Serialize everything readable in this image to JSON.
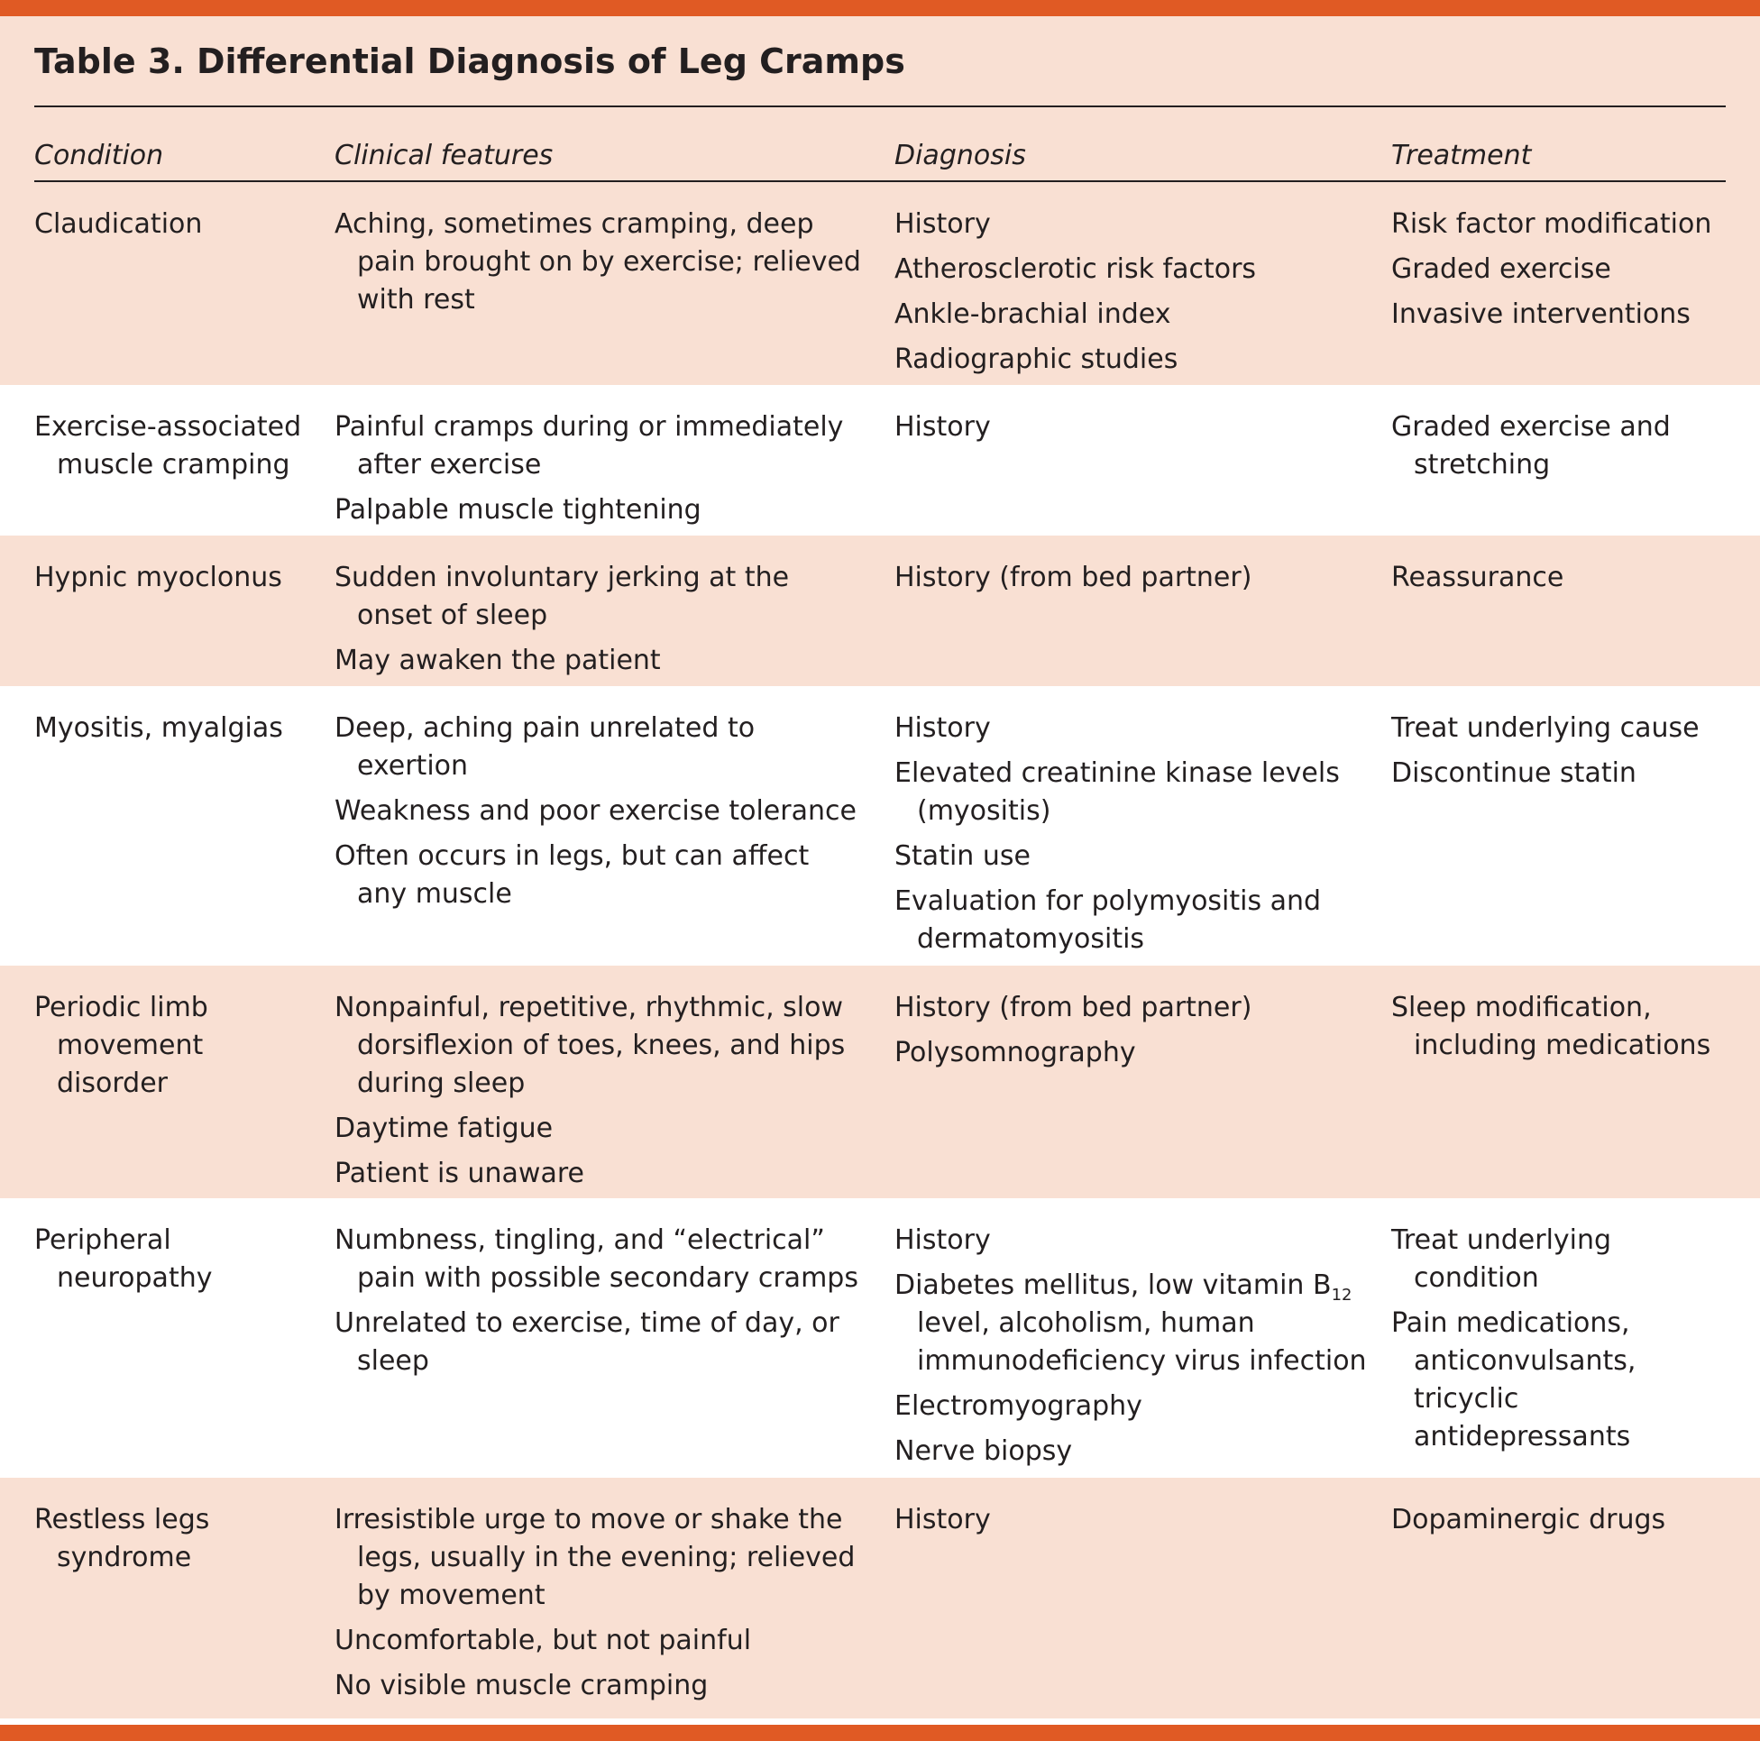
{
  "colors": {
    "accent_bar": "#e05a24",
    "shaded_row": "#f9e0d3",
    "plain_row": "#ffffff",
    "text": "#231f20"
  },
  "title": "Table 3. Differential Diagnosis of Leg Cramps",
  "columns": {
    "condition": "Condition",
    "clinical": "Clinical features",
    "diagnosis": "Diagnosis",
    "treatment": "Treatment"
  },
  "rows": [
    {
      "condition": "Claudication",
      "clinical": [
        "Aching, sometimes cramping, deep pain brought on by exercise; relieved with rest"
      ],
      "diagnosis": [
        "History",
        "Atherosclerotic risk factors",
        "Ankle-brachial index",
        "Radiographic studies"
      ],
      "treatment": [
        "Risk factor modification",
        "Graded exercise",
        "Invasive interventions"
      ]
    },
    {
      "condition": "Exercise-associated muscle cramping",
      "clinical": [
        "Painful cramps during or immediately after exercise",
        "Palpable muscle tightening"
      ],
      "diagnosis": [
        "History"
      ],
      "treatment": [
        "Graded exercise and stretching"
      ]
    },
    {
      "condition": "Hypnic myoclonus",
      "clinical": [
        "Sudden involuntary jerking at the onset of sleep",
        "May awaken the patient"
      ],
      "diagnosis": [
        "History (from bed partner)"
      ],
      "treatment": [
        "Reassurance"
      ]
    },
    {
      "condition": "Myositis, myalgias",
      "clinical": [
        "Deep, aching pain unrelated to exertion",
        "Weakness and poor exercise tolerance",
        "Often occurs in legs, but can affect any muscle"
      ],
      "diagnosis": [
        "History",
        "Elevated creatinine kinase levels (myositis)",
        "Statin use",
        "Evaluation for polymyositis and dermatomyositis"
      ],
      "treatment": [
        "Treat underlying cause",
        "Discontinue statin"
      ]
    },
    {
      "condition": "Periodic limb movement disorder",
      "clinical": [
        "Nonpainful, repetitive, rhythmic, slow dorsiflexion of toes, knees, and hips during sleep",
        "Daytime fatigue",
        "Patient is unaware"
      ],
      "diagnosis": [
        "History (from bed partner)",
        "Polysomnography"
      ],
      "treatment": [
        "Sleep modification, including medications"
      ]
    },
    {
      "condition": "Peripheral neuropathy",
      "clinical": [
        "Numbness, tingling, and “electrical” pain with possible secondary cramps",
        "Unrelated to exercise, time of day, or sleep"
      ],
      "diagnosis": [
        {
          "before": "Diabetes mellitus, low vitamin B",
          "sub": "12",
          "after": " level, alcoholism, human immunodeficiency virus infection"
        },
        "Electromyography",
        "Nerve biopsy"
      ],
      "diagnosis_first": "History",
      "treatment": [
        "Treat underlying condition",
        "Pain medications, anticonvulsants, tricyclic antidepressants"
      ]
    },
    {
      "condition": "Restless legs syndrome",
      "clinical": [
        "Irresistible urge to move or shake the legs, usually in the evening; relieved by movement",
        "Uncomfortable, but not painful",
        "No visible muscle cramping"
      ],
      "diagnosis": [
        "History"
      ],
      "treatment": [
        "Dopaminergic drugs"
      ]
    }
  ]
}
